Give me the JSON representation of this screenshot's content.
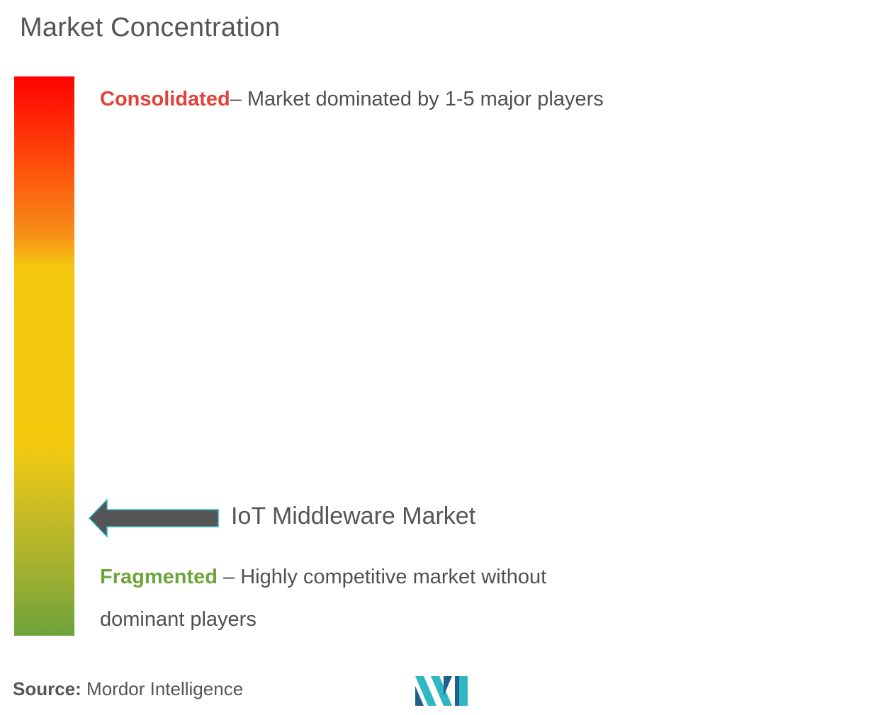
{
  "title": "Market Concentration",
  "scale": {
    "top_color": "#ff0000",
    "bottom_color": "#6ea23d"
  },
  "consolidated": {
    "keyword": "Consolidated",
    "description": "– Market dominated by 1-5 major players",
    "color": "#e2413a"
  },
  "fragmented": {
    "keyword": "Fragmented",
    "description": " – Highly competitive market without dominant players",
    "color": "#6ea53a"
  },
  "market": {
    "label": "IoT Middleware Market",
    "position_fraction_from_top": 0.79
  },
  "source": {
    "key": "Source:",
    "value": " Mordor Intelligence"
  },
  "logo": {
    "icon": "mordor-intelligence-logo",
    "colors": [
      "#2fb7c4",
      "#1f5f8b"
    ]
  }
}
